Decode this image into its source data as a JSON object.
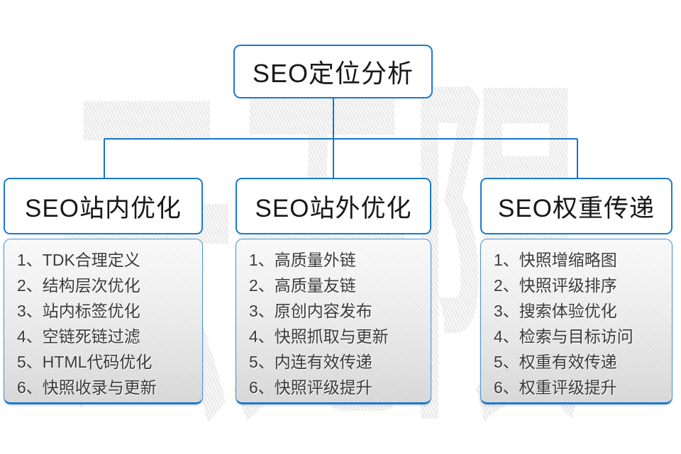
{
  "watermark": "云无限",
  "root": {
    "title": "SEO定位分析"
  },
  "branches": [
    {
      "title": "SEO站内优化",
      "items": [
        "1、TDK合理定义",
        "2、结构层次优化",
        "3、站内标签优化",
        "4、空链死链过滤",
        "5、HTML代码优化",
        "6、快照收录与更新"
      ]
    },
    {
      "title": "SEO站外优化",
      "items": [
        "1、高质量外链",
        "2、高质量友链",
        "3、原创内容发布",
        "4、快照抓取与更新",
        "5、内连有效传递",
        "6、快照评级提升"
      ]
    },
    {
      "title": "SEO权重传递",
      "items": [
        "1、快照增缩略图",
        "2、快照评级排序",
        "3、搜索体验优化",
        "4、检索与目标访问",
        "5、权重有效传递",
        "6、权重评级提升"
      ]
    }
  ],
  "colors": {
    "accent": "#1a7ad0",
    "connector": "#1a75c6",
    "watermark_gray": "#e9e9e9",
    "panel_top": "#fcfcfc",
    "panel_bottom": "#dadada",
    "text_dark": "#181818",
    "text_list": "#3b3b3b"
  }
}
